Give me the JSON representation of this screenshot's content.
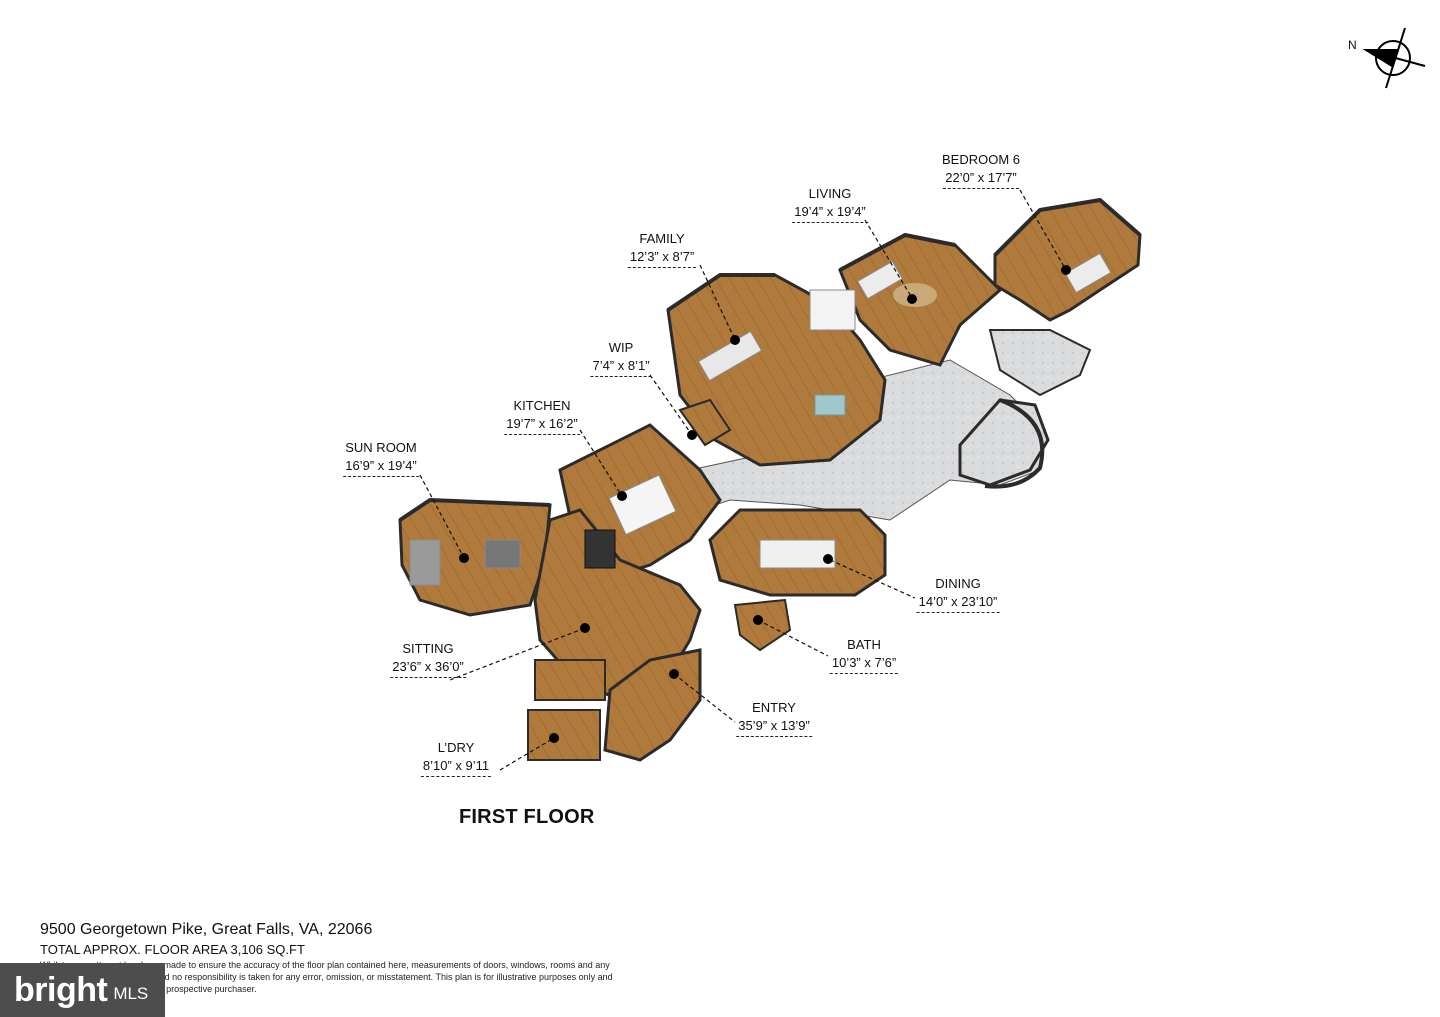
{
  "floor_title": "FIRST FLOOR",
  "compass_label": "N",
  "rooms": [
    {
      "name": "BEDROOM 6",
      "dims": "22’0” x 17’7”"
    },
    {
      "name": "LIVING",
      "dims": "19’4” x 19’4”"
    },
    {
      "name": "FAMILY",
      "dims": "12’3” x 8’7”"
    },
    {
      "name": "WIP",
      "dims": "7’4” x 8’1”"
    },
    {
      "name": "KITCHEN",
      "dims": "19’7” x 16’2”"
    },
    {
      "name": "SUN ROOM",
      "dims": "16’9” x 19’4”"
    },
    {
      "name": "DINING",
      "dims": "14’0” x 23’10”"
    },
    {
      "name": "SITTING",
      "dims": "23’6” x 36’0”"
    },
    {
      "name": "BATH",
      "dims": "10’3” x 7’6”"
    },
    {
      "name": "ENTRY",
      "dims": "35’9” x 13’9”"
    },
    {
      "name": "L’DRY",
      "dims": "8’10” x 9’11"
    }
  ],
  "footer": {
    "address": "9500 Georgetown Pike, Great Falls, VA, 22066",
    "area": "TOTAL APPROX. FLOOR AREA 3,106 SQ.FT",
    "disclaimer": "Whilst every attempt has been made to ensure the accuracy of the floor plan contained here, measurements of doors, windows, rooms and any other items are approximate and no responsibility is taken for any error, omission, or misstatement. This plan is for illustrative purposes only and should be used as such by any prospective purchaser."
  },
  "brand": {
    "name": "bright",
    "suffix": "MLS"
  },
  "colors": {
    "floor": "#b07a3c",
    "floor_dark": "#8f5f2a",
    "hall": "#d7d9db",
    "wall": "#ffffff",
    "wall_edge": "#2b2b2b"
  }
}
